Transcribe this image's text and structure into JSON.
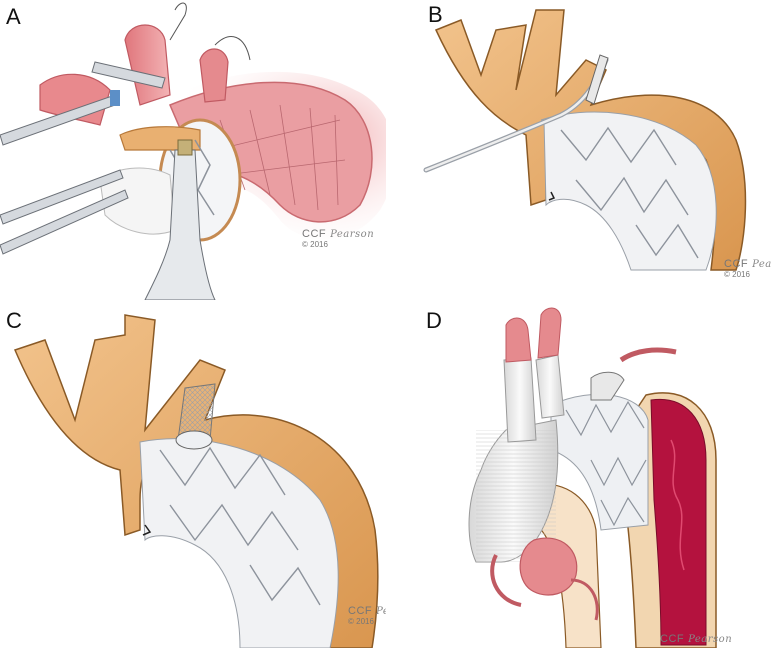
{
  "panels": [
    {
      "letter": "A",
      "credit": {
        "mark": "CCF",
        "signature": "Pearson",
        "year": "© 2016"
      }
    },
    {
      "letter": "B",
      "credit": {
        "mark": "CCF",
        "signature": "Pearson",
        "year": "© 2016"
      }
    },
    {
      "letter": "C",
      "credit": {
        "mark": "CCF",
        "signature": "Pearson",
        "year": "© 2016"
      }
    },
    {
      "letter": "D",
      "credit": {
        "mark": "CCF",
        "signature": "Pearson",
        "year": ""
      }
    }
  ],
  "colors": {
    "aorta_orange": "#e9b071",
    "aorta_orange_dark": "#b8793a",
    "tissue_pink": "#e58a8e",
    "tissue_pink_dark": "#c05a62",
    "stent_white": "#eef0f3",
    "stent_wire": "#8d939c",
    "graft_white": "#f4f4f4",
    "thrombus_red": "#b4123e",
    "instrument_gray": "#c7ccd2"
  }
}
